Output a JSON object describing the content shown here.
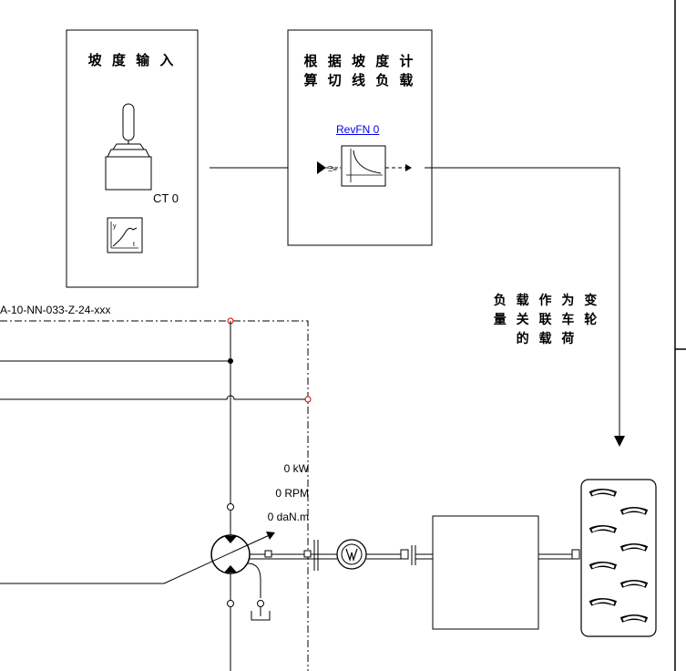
{
  "blocks": {
    "slope_input": {
      "title": "坡 度 输 入",
      "counter_label": "CT 0"
    },
    "tangent_load": {
      "title_line1": "根 据 坡 度 计",
      "title_line2": "算 切 线 负 载",
      "link_label": "RevFN 0"
    }
  },
  "note": {
    "line1": "负 载 作 为 变",
    "line2": "量 关 联 车 轮",
    "line3": "的 载 荷"
  },
  "bus_label": "A-10-NN-033-Z-24-xxx",
  "readouts": {
    "power": "0 kW",
    "speed": "0 RPM",
    "torque": "0 daN.m"
  },
  "colors": {
    "line": "#000000",
    "link": "#0000ee",
    "node_red": "#d00000"
  }
}
